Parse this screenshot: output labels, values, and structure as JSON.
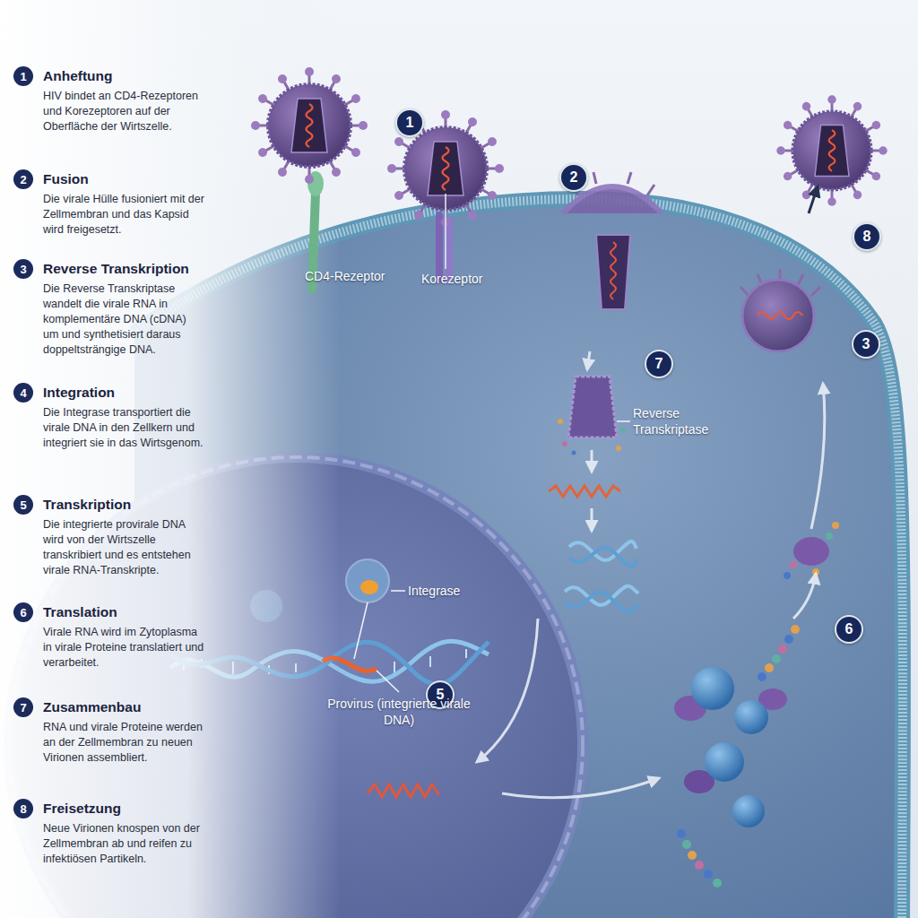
{
  "diagram": {
    "nodes": [
      {
        "text": [
          "1",
          "Anheftung",
          "HIV bindet an CD4-Rezeptoren und Korezeptoren auf der Oberfläche der Wirtszelle."
        ]
      },
      {
        "text": [
          "2",
          "Fusion",
          "Die virale Hülle fusioniert mit der Zellmembran und das Kapsid wird freigesetzt."
        ]
      },
      {
        "text": [
          "3",
          "Reverse Transkription",
          "Die Reverse Transkriptase wandelt die virale RNA in komplementäre DNA (cDNA) um und synthetisiert daraus doppeltsträngige DNA."
        ]
      },
      {
        "text": [
          "4",
          "Integration",
          "Die Integrase transportiert die virale DNA in den Zellkern und integriert sie in das Wirtsgenom."
        ]
      },
      {
        "text": [
          "5",
          "Transkription",
          "Die integrierte provirale DNA wird von der Wirtszelle transkribiert und es entstehen virale RNA-Transkripte."
        ]
      },
      {
        "text": [
          "6",
          "Translation",
          "Virale RNA wird im Zytoplasma in virale Proteine translatiert und verarbeitet."
        ]
      },
      {
        "text": [
          "7",
          "Zusammenbau",
          "RNA und virale Proteine werden an der Zellmembran zu neuen Virionen assembliert."
        ]
      },
      {
        "text": [
          "8",
          "Freisetzung",
          "Neue Virionen knospen von der Zellmembran ab und reifen zu infektiösen Partikeln."
        ]
      },
      {
        "text": [
          "1"
        ]
      },
      {
        "text": [
          "2"
        ]
      },
      {
        "text": [
          "8"
        ]
      },
      {
        "text": [
          "3"
        ]
      },
      {
        "text": [
          "7"
        ]
      },
      {
        "text": [
          "6"
        ]
      },
      {
        "text": [
          "5"
        ]
      }
    ],
    "labels": [
      "CD4-Rezeptor",
      "Korezeptor",
      "Reverse Transkriptase",
      "Integrase",
      "Provirus (integrierte virale DNA)"
    ]
  }
}
